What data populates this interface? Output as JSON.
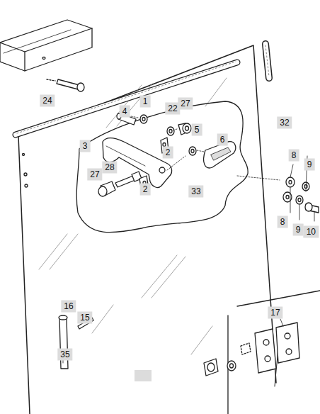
{
  "diagram": {
    "labels": [
      "24",
      "1",
      "22",
      "27",
      "4",
      "5",
      "6",
      "32",
      "3",
      "2",
      "28",
      "27",
      "2",
      "33",
      "8",
      "9",
      "8",
      "9",
      "10",
      "16",
      "15",
      "35",
      "17"
    ]
  }
}
